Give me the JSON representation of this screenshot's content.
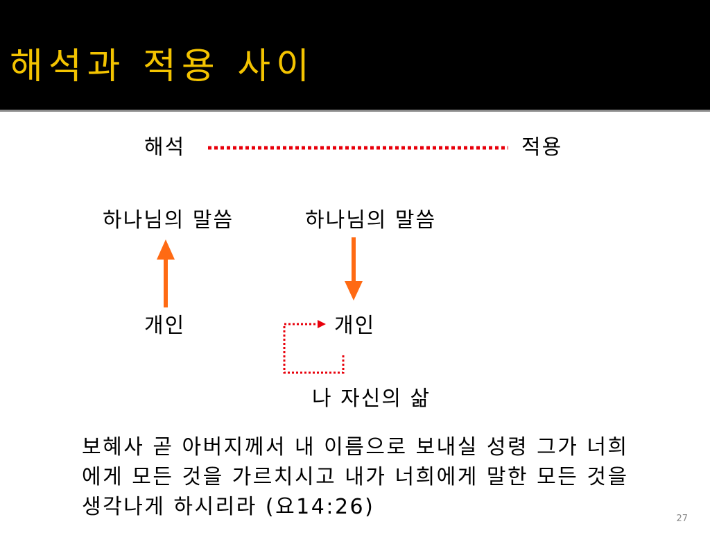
{
  "slide": {
    "title": "해석과 적용 사이",
    "page_number": "27"
  },
  "diagram": {
    "interpretation_label": "해석",
    "application_label": "적용",
    "left_column": {
      "top_label": "하나님의 말씀",
      "bottom_label": "개인",
      "arrow_icon": "arrow-up-icon"
    },
    "right_column": {
      "top_label": "하나님의 말씀",
      "bottom_label": "개인",
      "arrow_icon": "arrow-down-icon"
    },
    "my_life_label": "나 자신의 삶",
    "connector_icon": "dotted-loop-arrow-icon"
  },
  "verse": {
    "lines": [
      "보혜사 곧 아버지께서 내 이름으로 보내실 성령 그가 너희",
      "에게 모든 것을 가르치시고 내가 너희에게 말한 모든 것을",
      "생각나게 하시리라 (요14:26)"
    ]
  },
  "colors": {
    "header_background": "#000000",
    "title": "#F3C300",
    "arrow": "#FF6A13",
    "dotted_line": "#E8000B",
    "body_text": "#000000"
  }
}
